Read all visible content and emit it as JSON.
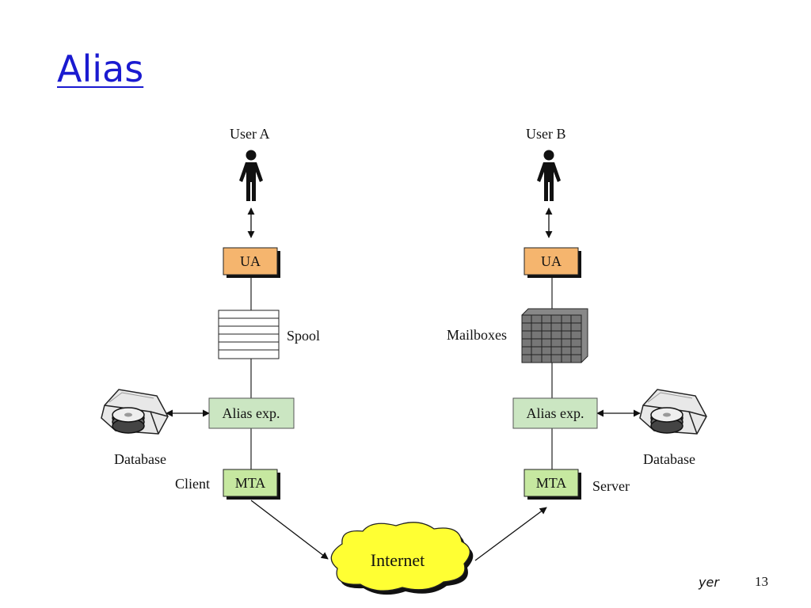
{
  "slide": {
    "title": "Alias",
    "footer_text": "yer",
    "page_number": "13"
  },
  "diagram": {
    "user_a": "User A",
    "user_b": "User B",
    "ua_left": "UA",
    "ua_right": "UA",
    "spool": "Spool",
    "mailboxes": "Mailboxes",
    "alias_left": "Alias exp.",
    "alias_right": "Alias exp.",
    "database_left": "Database",
    "database_right": "Database",
    "client": "Client",
    "server": "Server",
    "mta_left": "MTA",
    "mta_right": "MTA",
    "internet": "Internet"
  },
  "colors": {
    "title": "#1a1ad0",
    "ua_box": "#f5b56e",
    "alias_box": "#cbe6c2",
    "mta_box": "#c6e8a0",
    "internet_cloud": "#ffff33"
  }
}
